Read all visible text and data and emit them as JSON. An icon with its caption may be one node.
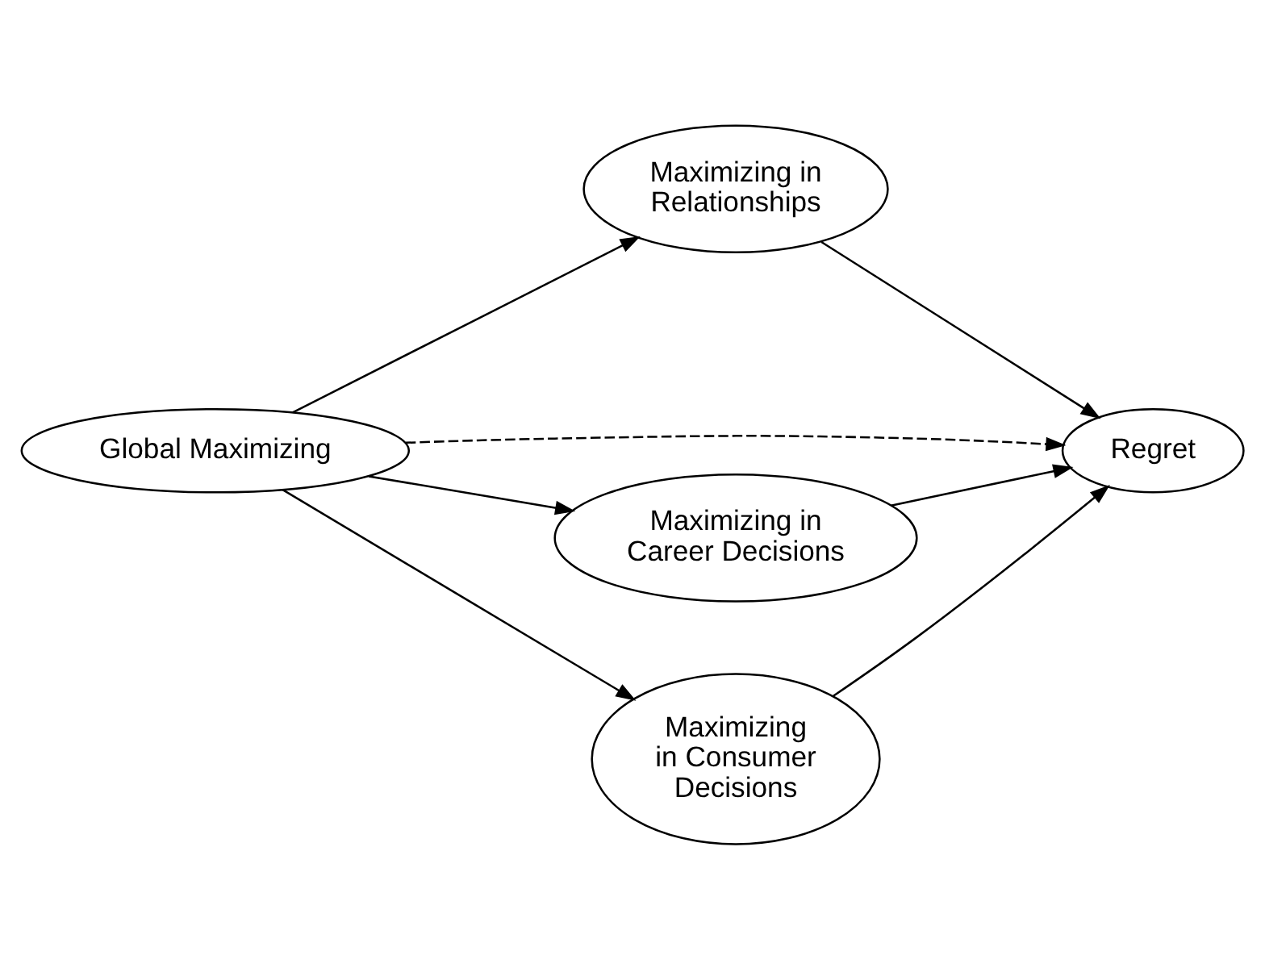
{
  "diagram": {
    "nodes": [
      {
        "text": [
          "Maximizing in Relationships"
        ]
      },
      {
        "text": [
          "Global Maximizing"
        ]
      },
      {
        "text": [
          "Regret"
        ]
      },
      {
        "text": [
          "Maximizing in Career Decisions"
        ]
      },
      {
        "text": [
          "Maximizing in Consumer Decisions"
        ]
      }
    ],
    "edges": [
      {
        "from": 1,
        "to": 0,
        "arrow": "to"
      },
      {
        "from": 1,
        "to": 2,
        "arrow": "to",
        "style": "dashed"
      },
      {
        "from": 1,
        "to": 3,
        "arrow": "to"
      },
      {
        "from": 1,
        "to": 4,
        "arrow": "to"
      },
      {
        "from": 0,
        "to": 2,
        "arrow": "to"
      },
      {
        "from": 3,
        "to": 2,
        "arrow": "to"
      },
      {
        "from": 4,
        "to": 2,
        "arrow": "to"
      }
    ]
  }
}
